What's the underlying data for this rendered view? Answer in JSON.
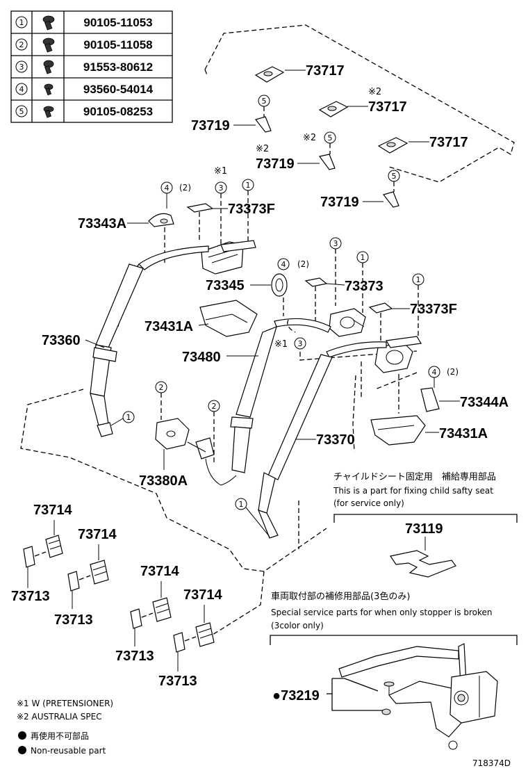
{
  "fastener_table": [
    {
      "num": "1",
      "part": "90105-11053"
    },
    {
      "num": "2",
      "part": "90105-11058"
    },
    {
      "num": "3",
      "part": "91553-80612"
    },
    {
      "num": "4",
      "part": "93560-54014"
    },
    {
      "num": "5",
      "part": "90105-08253"
    }
  ],
  "labels": {
    "p73717a": "73717",
    "p73717b": "73717",
    "p73717c": "73717",
    "note2_a": "※2",
    "note2_b": "※2",
    "note2_c": "※2",
    "note1_a": "※1",
    "note1_b": "※1",
    "p73719a": "73719",
    "p73719b": "73719",
    "p73719c": "73719",
    "qty2a": "(2)",
    "qty2b": "(2)",
    "qty2c": "(2)",
    "p73343A": "73343A",
    "p73373F_a": "73373F",
    "p73373F_b": "73373F",
    "p73345": "73345",
    "p73373": "73373",
    "p73431A_a": "73431A",
    "p73431A_b": "73431A",
    "p73360": "73360",
    "p73480": "73480",
    "p73344A": "73344A",
    "p73370": "73370",
    "p73380A": "73380A",
    "p73119": "73119",
    "p73714a": "73714",
    "p73714b": "73714",
    "p73714c": "73714",
    "p73714d": "73714",
    "p73713a": "73713",
    "p73713b": "73713",
    "p73713c": "73713",
    "p73713d": "73713",
    "p73219": "●73219"
  },
  "callouts": {
    "c1": "1",
    "c2": "2",
    "c3": "3",
    "c4": "4",
    "c5": "5"
  },
  "notes": {
    "child_seat_jp": "チャイルドシート固定用　補給専用部品",
    "child_seat_en1": "This is a part for fixing child safty seat",
    "child_seat_en2": "(for service only)",
    "stopper_jp": "車両取付部の補修用部品(3色のみ)",
    "stopper_en1": "Special service parts for when only stopper is broken",
    "stopper_en2": "(3color only)",
    "legend1": "※1 W (PRETENSIONER)",
    "legend2": "※2 AUSTRALIA SPEC",
    "legend3": "再使用不可部品",
    "legend4": "Non-reusable part",
    "drawing_no": "718374D"
  }
}
